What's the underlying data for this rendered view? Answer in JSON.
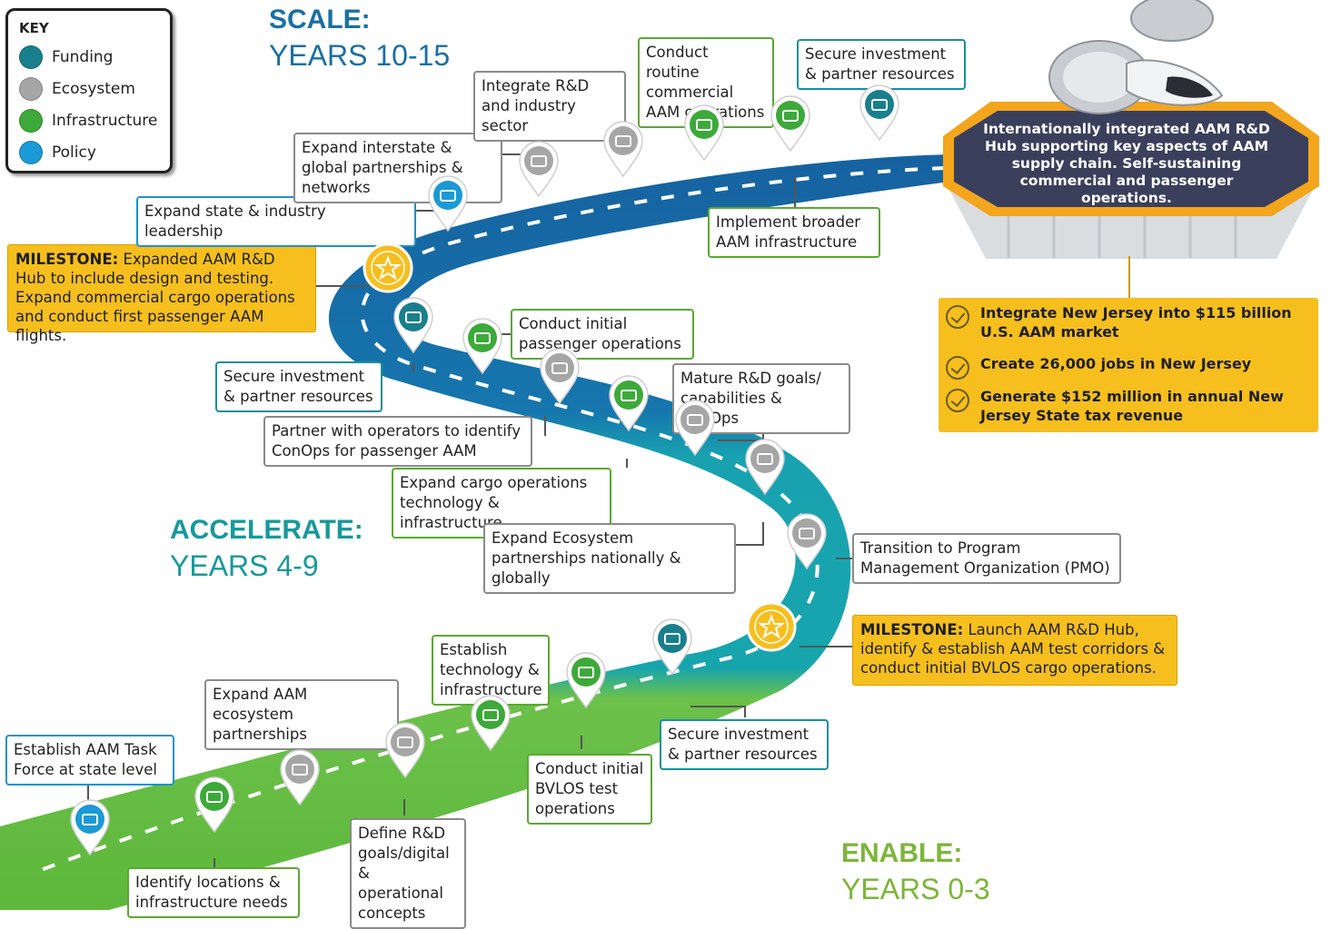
{
  "key": {
    "title": "KEY",
    "items": [
      {
        "label": "Funding",
        "icon": "money-icon",
        "color": "#1a7f8c"
      },
      {
        "label": "Ecosystem",
        "icon": "network-icon",
        "color": "#a6a6a6"
      },
      {
        "label": "Infrastructure",
        "icon": "drone-icon",
        "color": "#3da93a"
      },
      {
        "label": "Policy",
        "icon": "document-icon",
        "color": "#1a9ad6"
      }
    ]
  },
  "phases": {
    "scale": {
      "title": "SCALE:",
      "years": "YEARS 10-15",
      "color": "#1a6fa3"
    },
    "accelerate": {
      "title": "ACCELERATE:",
      "years": "YEARS 4-9",
      "color": "#17999a"
    },
    "enable": {
      "title": "ENABLE:",
      "years": "YEARS 0-3",
      "color": "#7db53a"
    }
  },
  "hub": {
    "text": "Internationally integrated AAM R&D Hub supporting key aspects of AAM supply chain. Self-sustaining commercial and passenger operations."
  },
  "outcomes": [
    "Integrate New Jersey into $115 billion U.S. AAM market",
    "Create 26,000 jobs in New Jersey",
    "Generate $152 million in annual New Jersey State tax revenue"
  ],
  "milestones": {
    "scale": {
      "label": "MILESTONE:",
      "text": " Expanded AAM R&D Hub to include design and testing. Expand commercial cargo operations and conduct first passenger AAM flights."
    },
    "enable": {
      "label": "MILESTONE:",
      "text": " Launch AAM R&D Hub, identify & establish AAM test corridors & conduct initial BVLOS cargo operations."
    }
  },
  "steps": {
    "expand_state_leadership": "Expand state & industry leadership",
    "expand_interstate": "Expand interstate & global partnerships & networks",
    "integrate_rd": "Integrate R&D and industry sector",
    "conduct_routine": "Conduct routine commercial AAM operations",
    "secure_investment_scale": "Secure investment & partner resources",
    "implement_broader": "Implement broader AAM infrastructure",
    "secure_investment_acc": "Secure investment & partner resources",
    "conduct_initial_passenger": "Conduct initial passenger operations",
    "mature_rd": "Mature R&D goals/ capabilities & ConOps",
    "partner_operators": "Partner with operators to identify ConOps for passenger AAM",
    "expand_cargo": "Expand cargo operations technology & infrastructure",
    "expand_ecosystem": "Expand Ecosystem partnerships nationally & globally",
    "transition_pmo": "Transition to Program Management Organization (PMO)",
    "establish_tech": "Establish technology & infrastructure",
    "expand_aam_eco": "Expand AAM ecosystem partnerships",
    "establish_task_force": "Establish AAM Task Force at state level",
    "secure_investment_enable": "Secure investment & partner resources",
    "conduct_bvlos": "Conduct initial BVLOS test operations",
    "define_rd": "Define R&D goals/digital & operational concepts",
    "identify_locations": "Identify locations & infrastructure needs"
  }
}
